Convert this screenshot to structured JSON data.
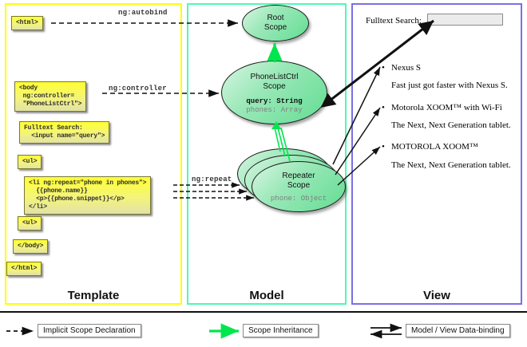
{
  "panels": {
    "template": {
      "label": "Template",
      "border_color": "#ffff00"
    },
    "model": {
      "label": "Model",
      "border_color": "#4dfab0"
    },
    "view": {
      "label": "View",
      "border_color": "#7a6fe8"
    }
  },
  "template": {
    "boxes": [
      {
        "id": "html-open",
        "text": "<html>"
      },
      {
        "id": "body-open",
        "text": "<body\n ng:controller=\n \"PhoneListCtrl\">"
      },
      {
        "id": "search",
        "text": "Fulltext Search:\n  <input name=\"query\">"
      },
      {
        "id": "ul-open",
        "text": "<ul>"
      },
      {
        "id": "li-repeat",
        "text": "<li ng:repeat=\"phone in phones\">\n  {{phone.name}}\n  <p>{{phone.snippet}}</p>\n</li>"
      },
      {
        "id": "ul-close",
        "text": "<ul>"
      },
      {
        "id": "body-close",
        "text": "</body>"
      },
      {
        "id": "html-close",
        "text": "</html>"
      }
    ]
  },
  "edge_labels": {
    "autobind": "ng:autobind",
    "controller": "ng:controller",
    "repeat": "ng:repeat"
  },
  "model": {
    "scopes": [
      {
        "id": "root",
        "title": "Root\nScope",
        "title_line1": "Root",
        "title_line2": "Scope",
        "props": []
      },
      {
        "id": "ctrl",
        "title": "PhoneListCtrl\nScope",
        "title_line1": "PhoneListCtrl",
        "title_line2": "Scope",
        "props": [
          {
            "text": "query: String",
            "style": "strong"
          },
          {
            "text": "phones: Array",
            "style": "dim"
          }
        ]
      },
      {
        "id": "repeater",
        "title": "Repeater\nScope",
        "title_line1": "Repeater",
        "title_line2": "Scope",
        "props": [
          {
            "text": "phone: Object",
            "style": "dim"
          }
        ]
      }
    ]
  },
  "view": {
    "search_label": "Fulltext Search:",
    "search_value": "",
    "search_placeholder": "",
    "items": [
      {
        "name": "Nexus S",
        "snippet": "Fast just got faster with Nexus S."
      },
      {
        "name": "Motorola XOOM™  with Wi-Fi",
        "snippet": "The Next, Next Generation tablet."
      },
      {
        "name": "MOTOROLA XOOM™",
        "snippet": "The Next, Next Generation tablet."
      }
    ]
  },
  "legend": {
    "items": [
      {
        "id": "implicit",
        "label": "Implicit Scope Declaration",
        "arrow": "dashed-black"
      },
      {
        "id": "inherit",
        "label": "Scope Inheritance",
        "arrow": "solid-green"
      },
      {
        "id": "databind",
        "label": "Model / View Data-binding",
        "arrow": "double-black"
      }
    ]
  },
  "colors": {
    "code_yellow": "#ffff33",
    "scope_green": "#63dd93",
    "inheritance_green": "#00e64d",
    "arrow_black": "#111111"
  }
}
